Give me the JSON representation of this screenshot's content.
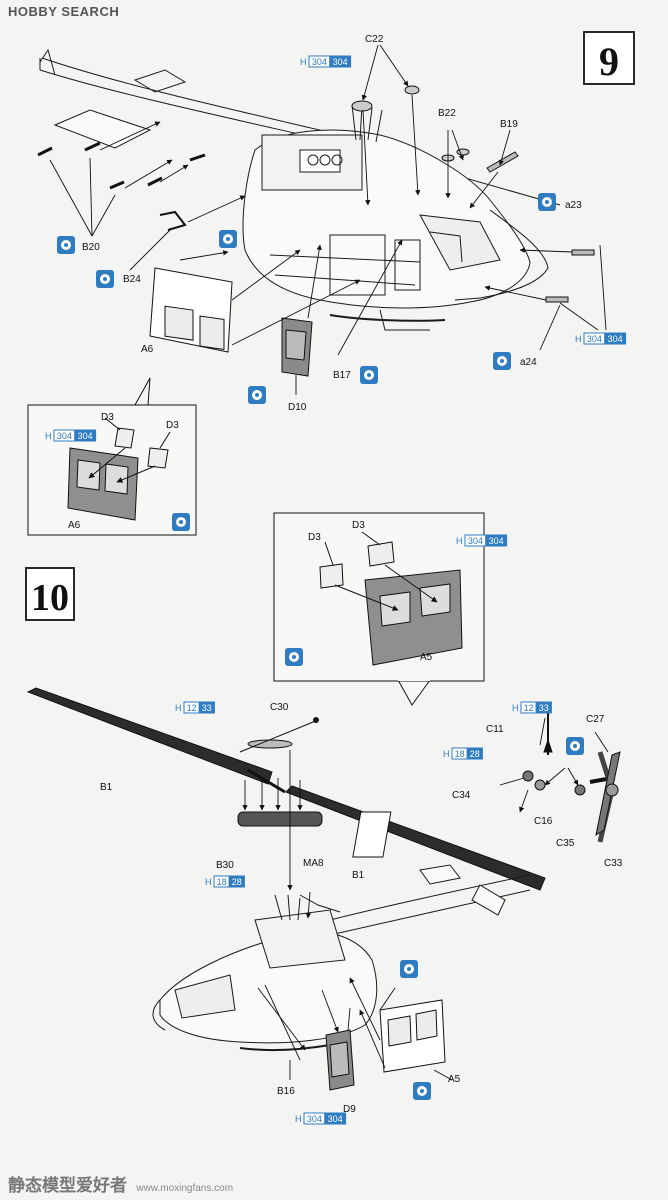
{
  "watermark_top": "HOBBY SEARCH",
  "watermark_bottom_cn": "静态模型爱好者",
  "watermark_bottom_url": "www.moxingfans.com",
  "steps": [
    {
      "number": "9"
    },
    {
      "number": "10"
    }
  ],
  "paint": {
    "prefix": "H",
    "codes": [
      "304",
      "12",
      "33",
      "18",
      "28"
    ]
  },
  "step9": {
    "labels": {
      "C22": "C22",
      "B22": "B22",
      "B19": "B19",
      "B20": "B20",
      "B24": "B24",
      "a23": "a23",
      "a24": "a24",
      "A6": "A6",
      "B17": "B17",
      "D10": "D10",
      "D3a": "D3",
      "D3b": "D3",
      "A6_inset": "A6"
    }
  },
  "step10": {
    "labels": {
      "D3a": "D3",
      "D3b": "D3",
      "A5_inset": "A5",
      "C30": "C30",
      "B1a": "B1",
      "B1b": "B1",
      "B30": "B30",
      "MA8": "MA8",
      "C11": "C11",
      "C27": "C27",
      "C34": "C34",
      "C16": "C16",
      "C35": "C35",
      "C33": "C33",
      "B16": "B16",
      "D9": "D9",
      "A5": "A5"
    }
  },
  "colors": {
    "ink": "#1a1a1a",
    "paint_blue": "#2f7cc0",
    "part_gray": "#8f8f8f",
    "rotor": "#2c2c2c",
    "paper": "#f4f4f2"
  }
}
